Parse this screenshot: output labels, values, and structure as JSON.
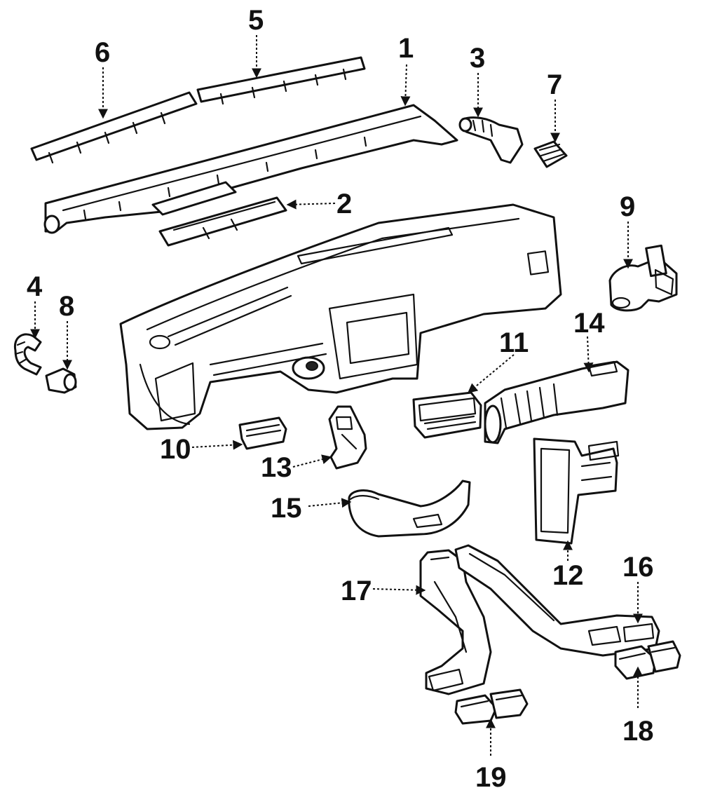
{
  "diagram": {
    "callouts": [
      "1",
      "2",
      "3",
      "4",
      "5",
      "6",
      "7",
      "8",
      "9",
      "10",
      "11",
      "12",
      "13",
      "14",
      "15",
      "16",
      "17",
      "18",
      "19"
    ]
  },
  "colors": {
    "line": "#111111",
    "background": "#ffffff"
  }
}
